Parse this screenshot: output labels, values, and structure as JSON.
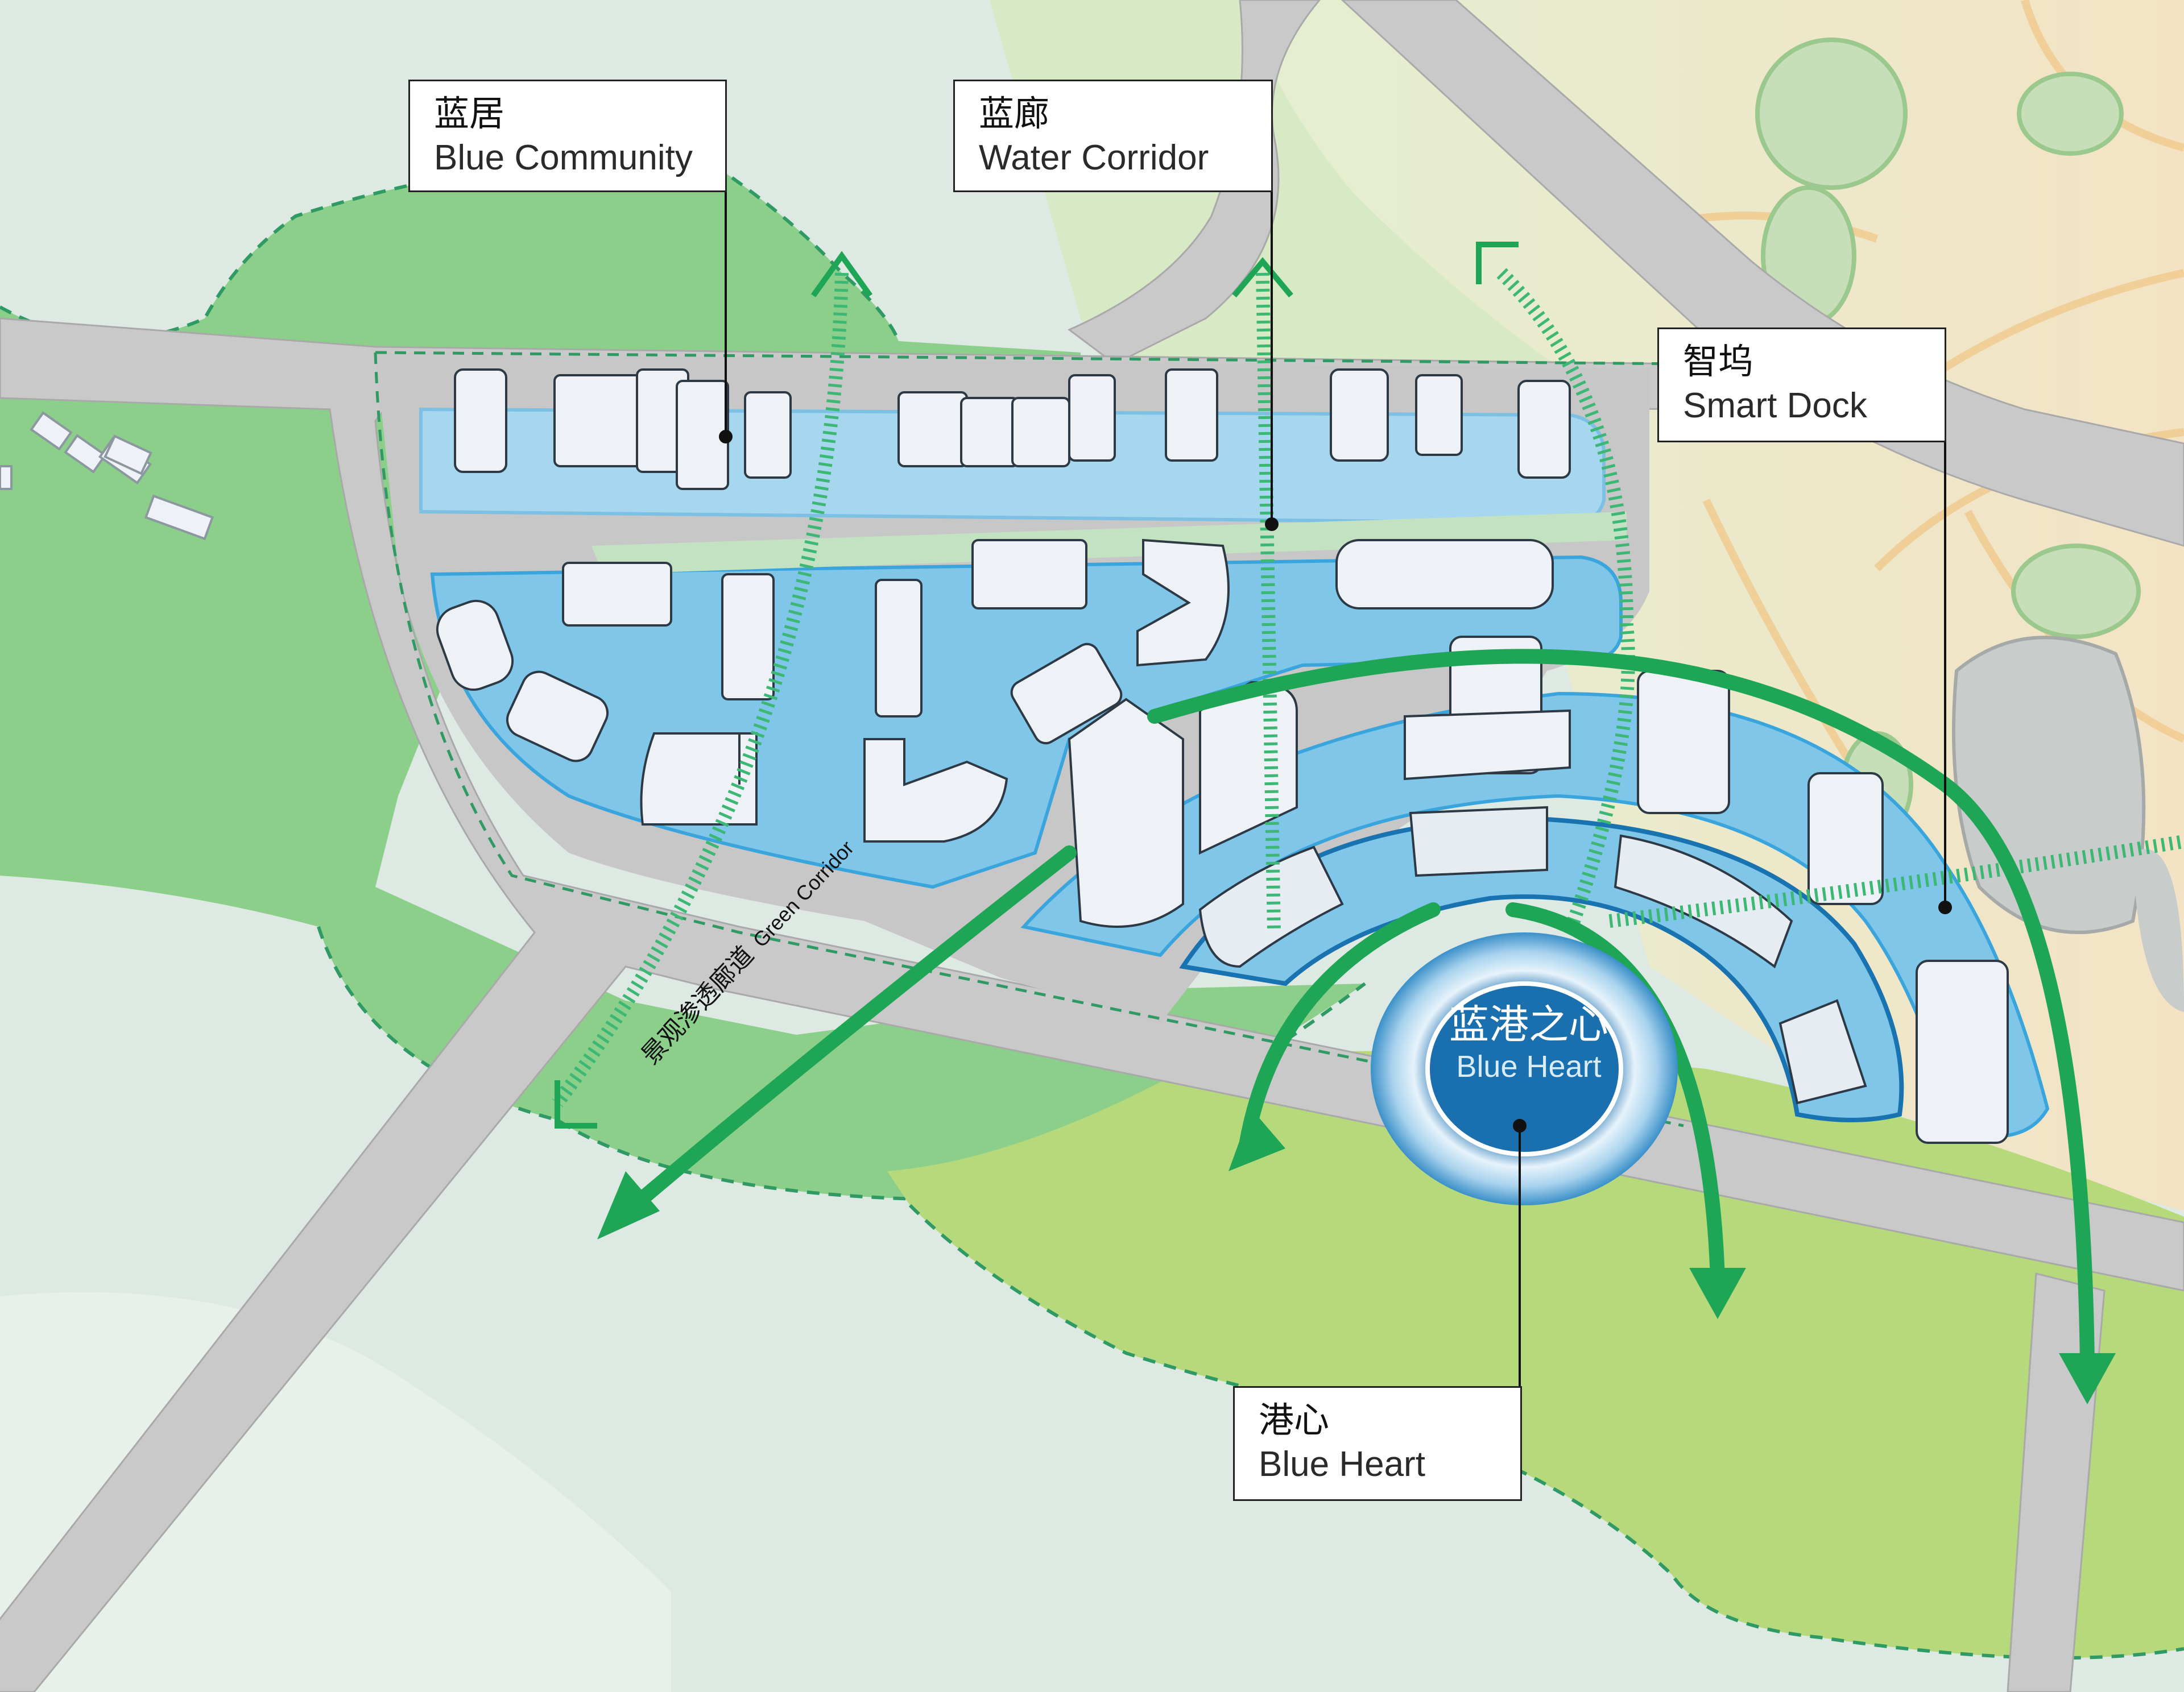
{
  "callouts": {
    "blue_community": {
      "zh": "蓝居",
      "en": "Blue Community"
    },
    "water_corridor": {
      "zh": "蓝廊",
      "en": "Water Corridor"
    },
    "smart_dock": {
      "zh": "智坞",
      "en": "Smart Dock"
    },
    "blue_heart": {
      "zh": "港心",
      "en": "Blue Heart"
    }
  },
  "center_label": {
    "zh": "蓝港之心",
    "en": "Blue Heart"
  },
  "corridor_label": {
    "zh": "景观渗透廊道",
    "en": "Green Corridor"
  },
  "colors": {
    "background": "#dde9e2",
    "green_zone": "#8ccf8a",
    "green_dashed_border": "#2f9a63",
    "road": "#c9c9c9",
    "blue_zone": "#7fc6e8",
    "blue_zone_border": "#3aa5dd",
    "deep_blue": "#1873b0",
    "green_arrow": "#1fa556",
    "building": "#eef2f6",
    "callout_line": "#111111"
  }
}
